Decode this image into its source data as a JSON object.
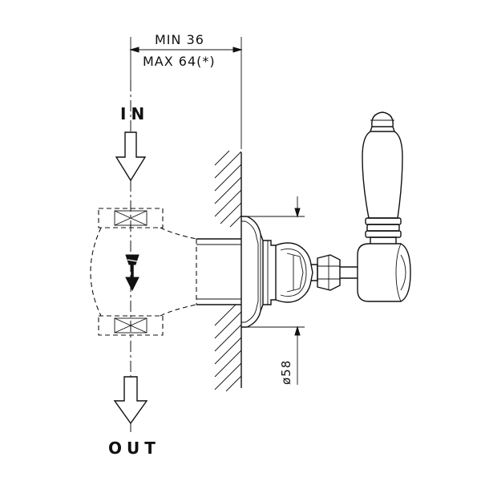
{
  "dimensions": {
    "depth_min": "MIN  36",
    "depth_max": "MAX  64(*)",
    "flange_diameter": "ø58"
  },
  "flow": {
    "inlet": "IN",
    "outlet": "OUT"
  }
}
